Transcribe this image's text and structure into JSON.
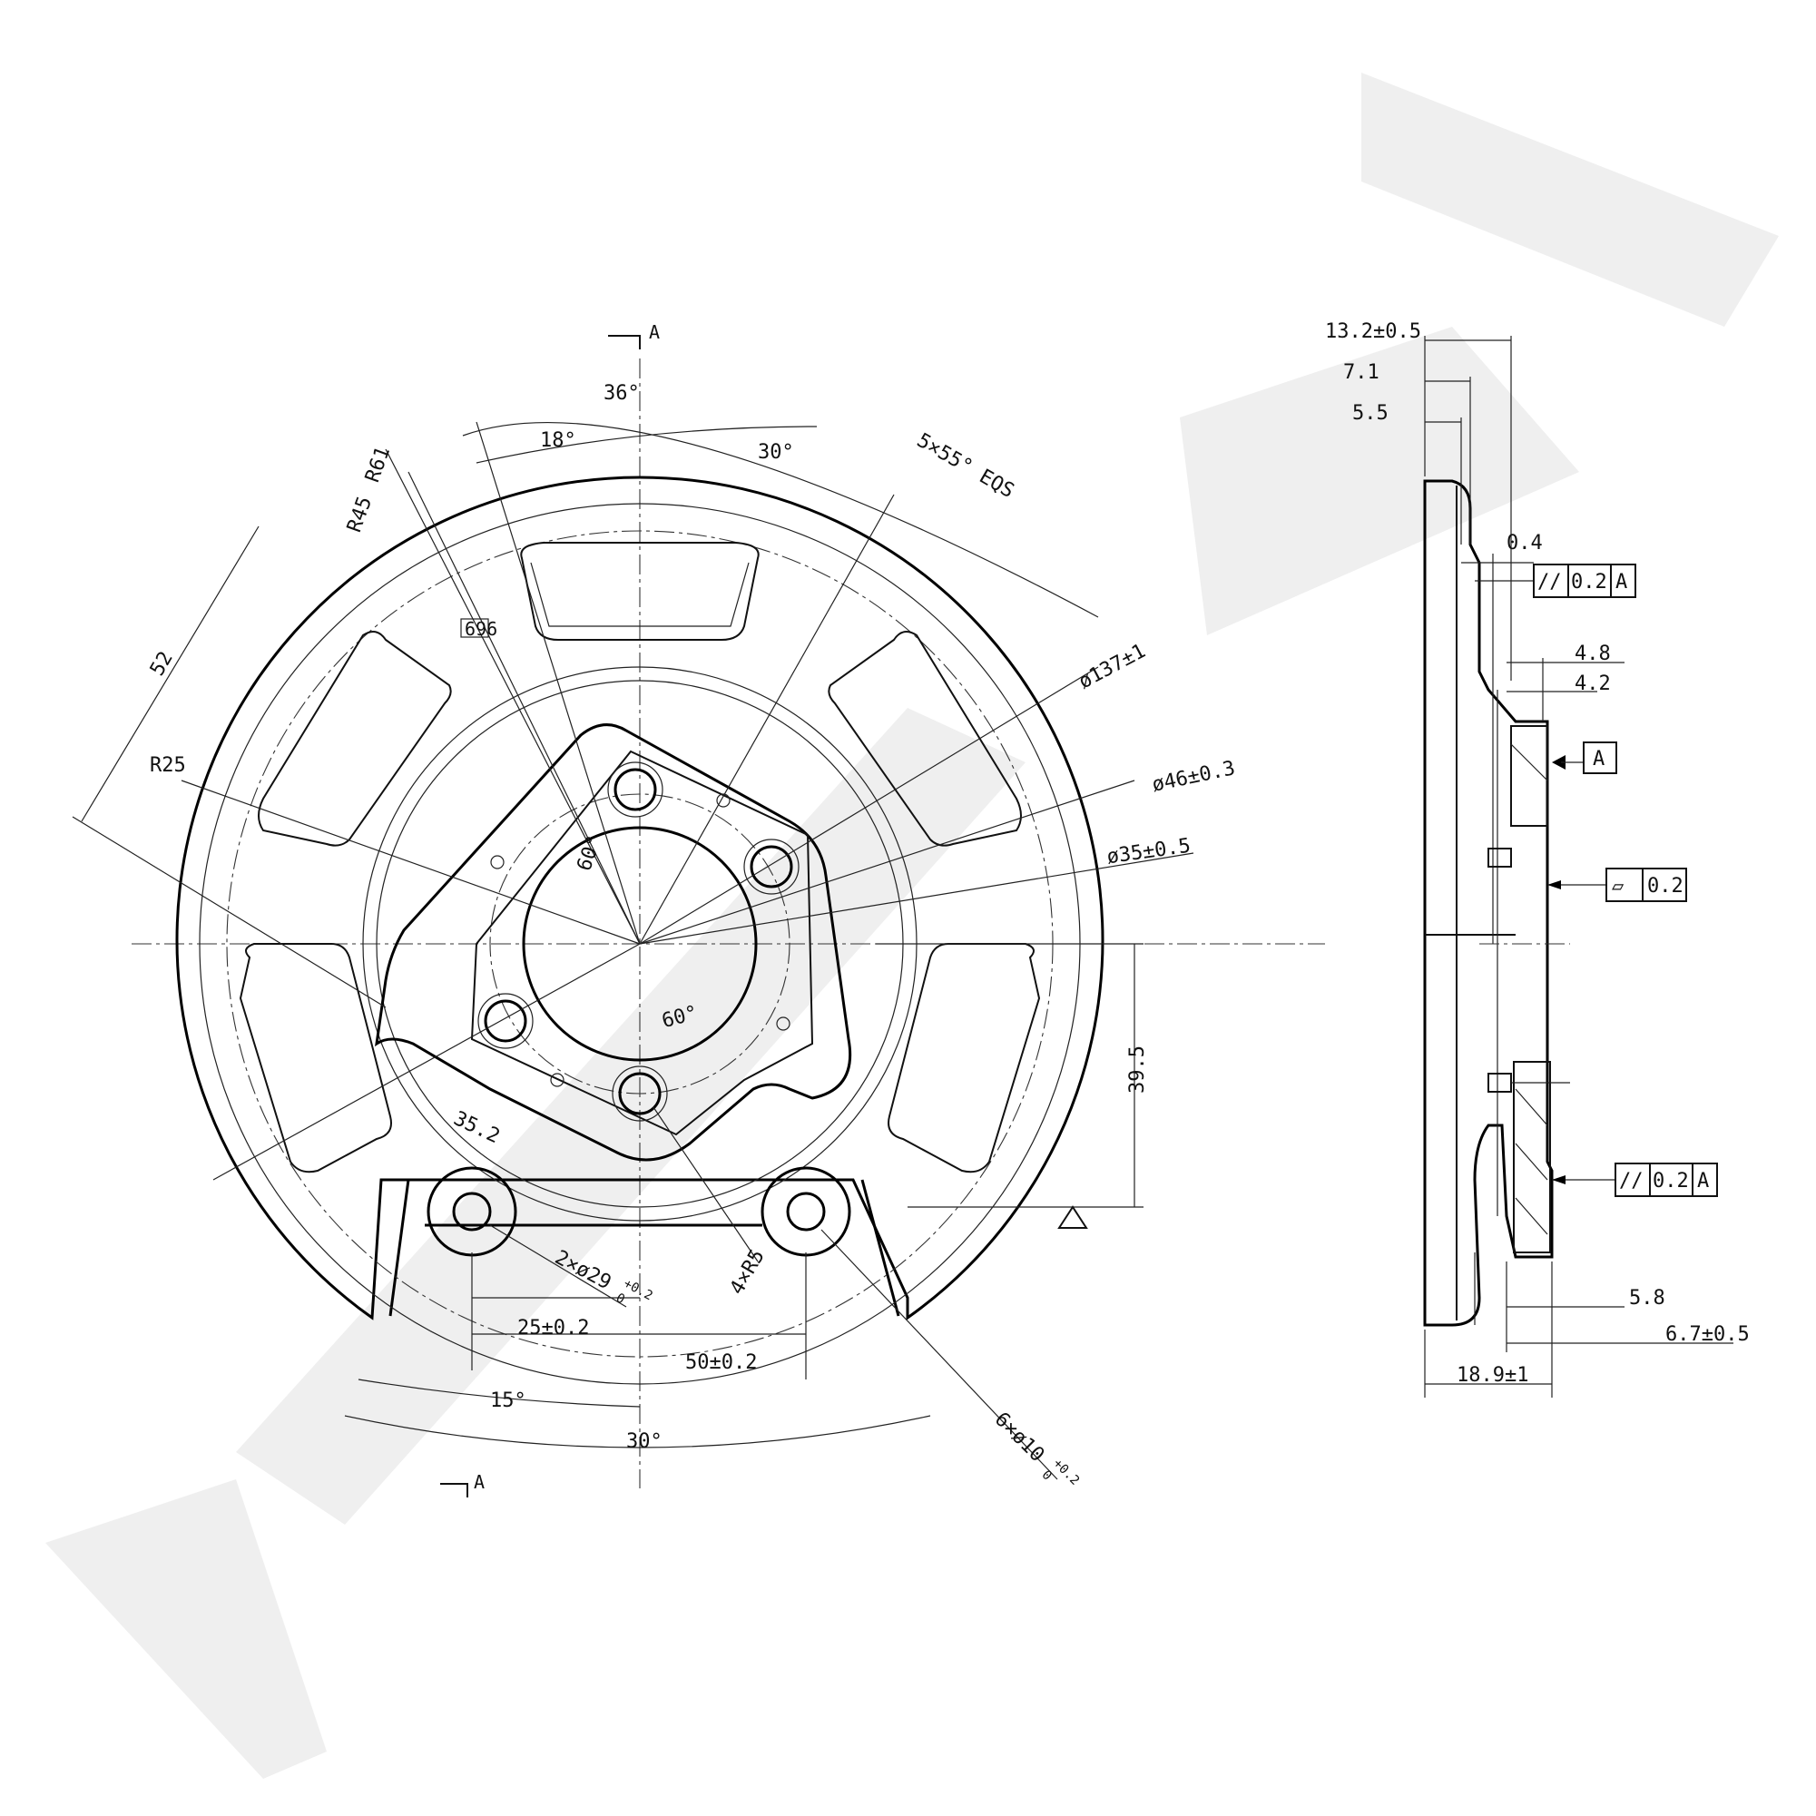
{
  "watermark": {
    "color": "#ececec"
  },
  "front_view": {
    "section_label_top": "A",
    "section_label_bottom": "A",
    "marking_code": "696",
    "angle_labels": {
      "top_total": "36°",
      "left_upper": "18°",
      "right_upper": "30°",
      "hub_upper": "60°",
      "hub_lower": "60°",
      "bottom_left": "15°",
      "bottom_total": "30°"
    },
    "radius_labels": {
      "r61": "R61",
      "r45": "R45",
      "r25": "R25",
      "four_r5": "4×R5"
    },
    "dimension_labels": {
      "d52": "52",
      "d137": "ø137±1",
      "d46": "ø46±0.3",
      "d35": "ø35±0.5",
      "eqs": "5×55° EQS",
      "d39_5": "39.5",
      "d35_2": "35.2",
      "d25": "25±0.2",
      "d50": "50±0.2",
      "holes_29": "2×ø29",
      "holes_29_tol_upper": "+0.2",
      "holes_29_tol_lower": "0",
      "holes_10": "6×ø10",
      "holes_10_tol_upper": "+0.2",
      "holes_10_tol_lower": "0"
    }
  },
  "side_view": {
    "dimension_labels": {
      "d13_2": "13.2±0.5",
      "d7_1": "7.1",
      "d5_5": "5.5",
      "d0_4": "0.4",
      "d4_8": "4.8",
      "d4_2": "4.2",
      "d5_8": "5.8",
      "d6_7": "6.7±0.5",
      "d18_9": "18.9±1"
    },
    "datum_label": "A",
    "tolerance_frames": [
      {
        "symbol": "//",
        "value": "0.2",
        "datum": "A"
      },
      {
        "symbol": "▱",
        "value": "0.2",
        "datum": ""
      },
      {
        "symbol": "//",
        "value": "0.2",
        "datum": "A"
      }
    ]
  }
}
